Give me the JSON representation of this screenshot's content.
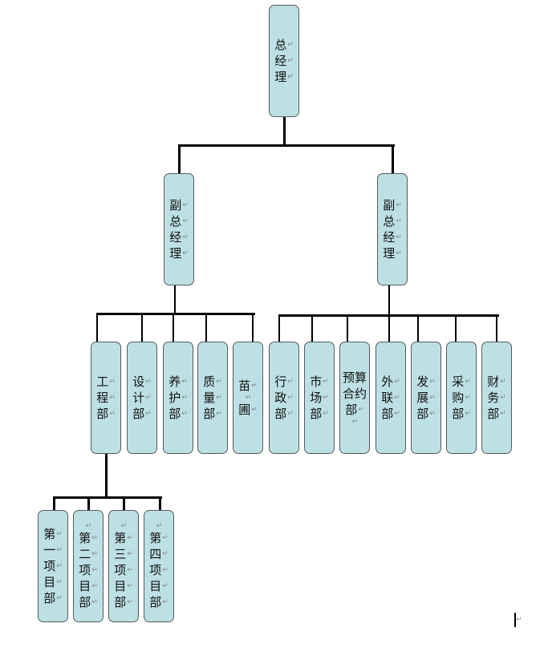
{
  "diagram": {
    "title": "组织结构图",
    "colors": {
      "node_fill": "#bde0e4",
      "node_border": "#555a5c",
      "connector": "#000000"
    },
    "root": {
      "id": "gm",
      "lines": [
        "总",
        "经",
        "理"
      ]
    },
    "deputies": [
      {
        "id": "dgm-left",
        "lines": [
          "副",
          "总",
          "经",
          "理"
        ]
      },
      {
        "id": "dgm-right",
        "lines": [
          "副",
          "总",
          "经",
          "理"
        ]
      }
    ],
    "left_departments": [
      {
        "id": "engineering",
        "lines": [
          "工",
          "程",
          "部"
        ]
      },
      {
        "id": "design",
        "lines": [
          "设",
          "计",
          "部"
        ]
      },
      {
        "id": "maintenance",
        "lines": [
          "养",
          "护",
          "部"
        ]
      },
      {
        "id": "quality",
        "lines": [
          "质",
          "量",
          "部"
        ]
      },
      {
        "id": "nursery",
        "lines": [
          "苗",
          "",
          "圃"
        ]
      }
    ],
    "right_departments": [
      {
        "id": "admin",
        "lines": [
          "行",
          "政",
          "部"
        ]
      },
      {
        "id": "market",
        "lines": [
          "市",
          "场",
          "部"
        ]
      },
      {
        "id": "budget-contract",
        "lines": [
          "预算",
          "合约",
          "部",
          ""
        ]
      },
      {
        "id": "external",
        "lines": [
          "外",
          "联",
          "部"
        ]
      },
      {
        "id": "development",
        "lines": [
          "发",
          "展",
          "部"
        ]
      },
      {
        "id": "purchasing",
        "lines": [
          "采",
          "购",
          "部"
        ]
      },
      {
        "id": "finance",
        "lines": [
          "财",
          "务",
          "部"
        ]
      }
    ],
    "projects": [
      {
        "id": "project-1",
        "lines": [
          "第",
          "一",
          "项",
          "目",
          "部"
        ]
      },
      {
        "id": "project-2",
        "lines": [
          "",
          "第",
          "二",
          "项",
          "目",
          "部"
        ]
      },
      {
        "id": "project-3",
        "lines": [
          "",
          "第",
          "三",
          "项",
          "目",
          "部"
        ]
      },
      {
        "id": "project-4",
        "lines": [
          "",
          "第",
          "四",
          "项",
          "目",
          "部"
        ]
      }
    ],
    "paragraph_mark": "↵"
  }
}
